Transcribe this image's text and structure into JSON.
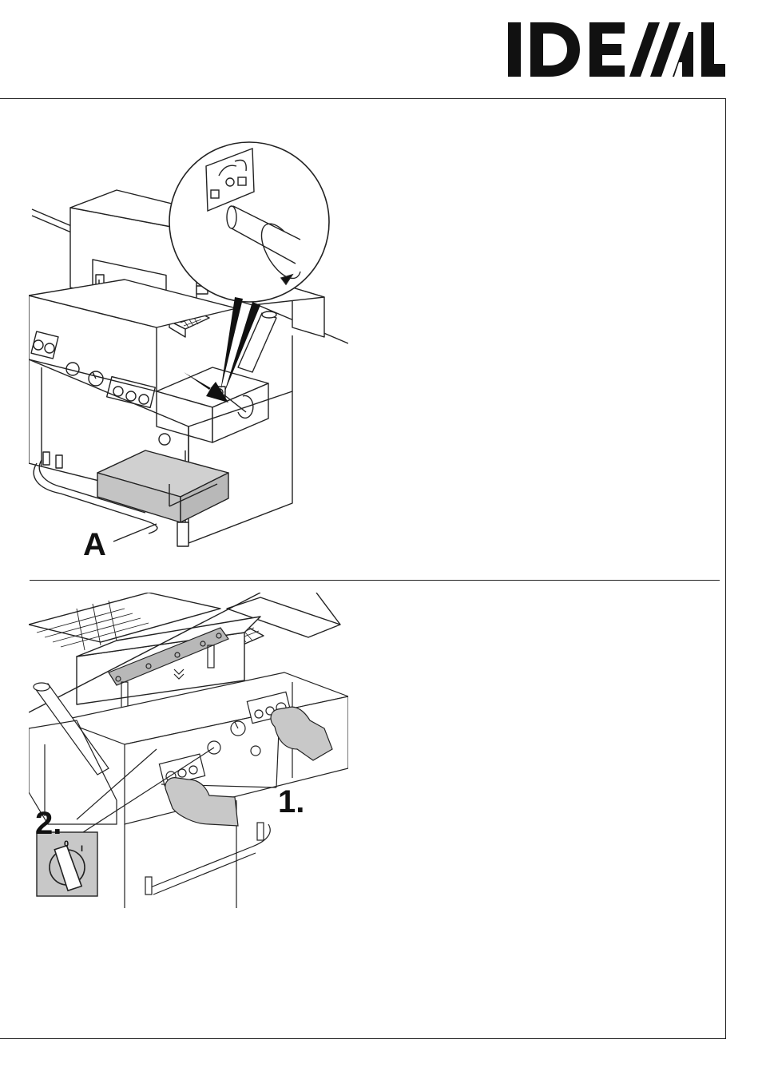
{
  "brand": {
    "logo_text": "IDEAL"
  },
  "figure1": {
    "label": "A"
  },
  "figure2": {
    "step1": "1.",
    "step2": "2.",
    "switch_off": "0",
    "switch_on": "I"
  },
  "colors": {
    "ink": "#111111",
    "panel_gray": "#c8c8c8",
    "light_gray": "#d9d9d9"
  }
}
